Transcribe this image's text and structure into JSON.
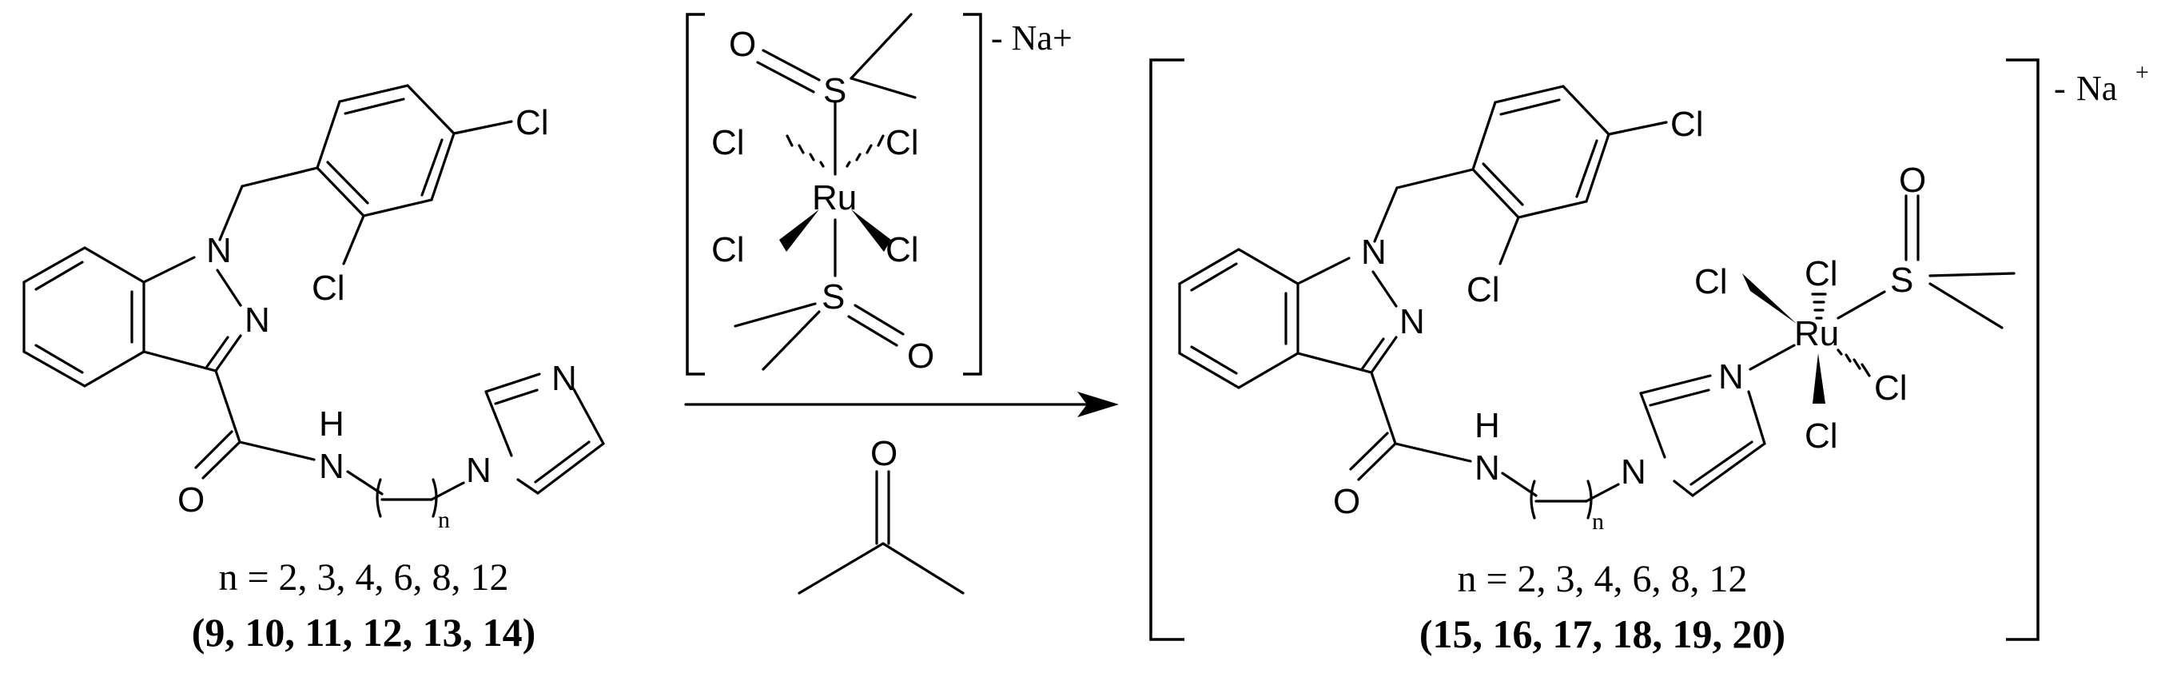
{
  "reactant": {
    "atoms": {
      "N1": "N",
      "N2": "N",
      "Cl_top": "Cl",
      "Cl_ortho": "Cl",
      "O": "O",
      "NH_H": "H",
      "NH_N": "N",
      "subscript": "n",
      "imid_N3": "N",
      "imid_N1": "N"
    },
    "caption": "n = 2, 3, 4, 6, 8, 12",
    "compounds": "(9, 10, 11, 12, 13, 14)"
  },
  "reagent": {
    "atoms": {
      "O_top": "O",
      "S_top": "S",
      "Cl_ul": "Cl",
      "Cl_ur": "Cl",
      "Ru": "Ru",
      "Cl_ll": "Cl",
      "Cl_lr": "Cl",
      "S_bot": "S",
      "O_bot": "O"
    },
    "charge": "- Na+"
  },
  "solvent": {
    "atoms": {
      "O": "O"
    }
  },
  "product": {
    "atoms": {
      "N1": "N",
      "N2": "N",
      "Cl_top": "Cl",
      "Cl_ortho": "Cl",
      "O": "O",
      "NH_H": "H",
      "NH_N": "N",
      "subscript": "n",
      "imid_N1": "N",
      "imid_N3": "N",
      "Ru": "Ru",
      "Ru_Cl_top": "Cl",
      "Ru_Cl_left": "Cl",
      "Ru_Cl_right": "Cl",
      "Ru_Cl_bottom": "Cl",
      "S": "S",
      "O_S": "O"
    },
    "charge_sign": "-",
    "charge_ion": "Na",
    "charge_plus": "+",
    "caption": "n = 2, 3, 4, 6, 8, 12",
    "compounds": "(15, 16, 17, 18, 19, 20)"
  }
}
